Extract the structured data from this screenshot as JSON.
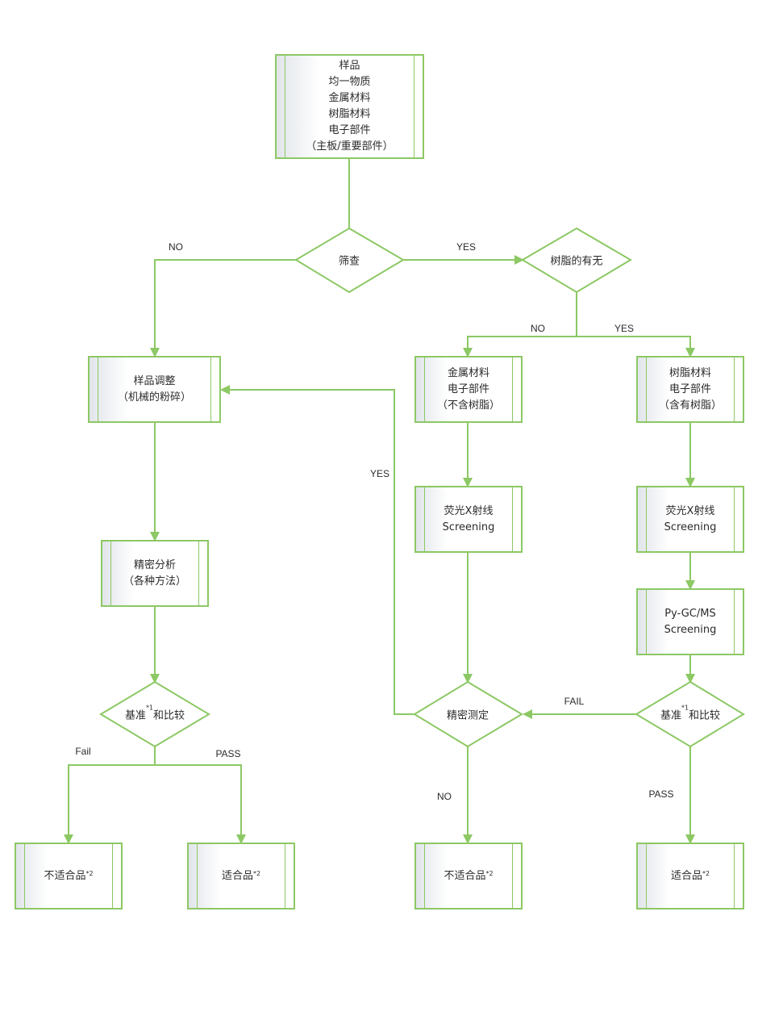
{
  "nodes": {
    "sample": [
      "样品",
      "均一物质",
      "金属材料",
      "树脂材料",
      "电子部件",
      "（主板/重要部件）"
    ],
    "screening": "筛查",
    "resin_presence": "树脂的有无",
    "sample_adjust": [
      "样品调整",
      "（机械的粉碎）"
    ],
    "metal_no_resin": [
      "金属材料",
      "电子部件",
      "（不含树脂）"
    ],
    "resin_with_resin": [
      "树脂材料",
      "电子部件",
      "（含有树脂）"
    ],
    "precision_analysis": [
      "精密分析",
      "（各种方法）"
    ],
    "xrf_left": [
      "荧光X射线",
      "Screening"
    ],
    "xrf_right": [
      "荧光X射线",
      "Screening"
    ],
    "pygcms": [
      "Py-GC/MS",
      "Screening"
    ],
    "compare_left": {
      "pre": "基准",
      "sup": "*1",
      "post": "和比较"
    },
    "precision_measure": "精密测定",
    "compare_right": {
      "pre": "基准",
      "sup": "*1",
      "post": "和比较"
    },
    "ng_left": {
      "text": "不适合品",
      "sup": "*2"
    },
    "ok_left": {
      "text": "适合品",
      "sup": "*2"
    },
    "ng_mid": {
      "text": "不适合品",
      "sup": "*2"
    },
    "ok_right": {
      "text": "适合品",
      "sup": "*2"
    }
  },
  "edge_labels": {
    "screen_no": "NO",
    "screen_yes": "YES",
    "resin_no": "NO",
    "resin_yes": "YES",
    "measure_yes": "YES",
    "fail_left": "Fail",
    "pass_left": "PASS",
    "measure_no": "NO",
    "fail_right": "FAIL",
    "pass_right": "PASS"
  },
  "colors": {
    "line": "#8cc864",
    "text": "#2b2b2b",
    "box_shade": "#e1e5ea"
  }
}
